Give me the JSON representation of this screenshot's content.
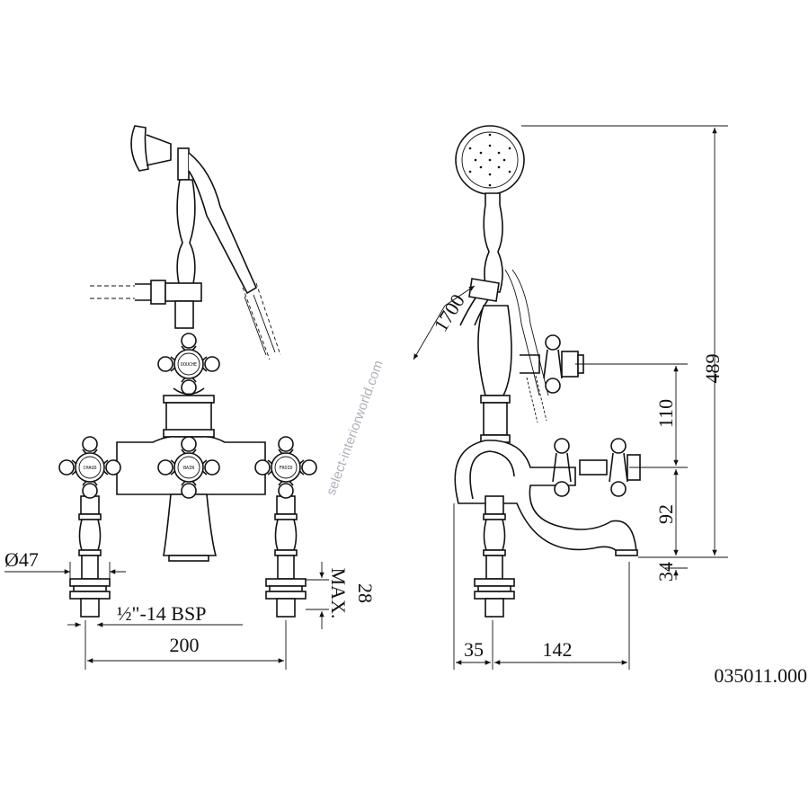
{
  "drawing": {
    "product_code": "035011.000",
    "watermark": "select-interiorworld.com",
    "knob_labels": {
      "douche": "DOUCHE",
      "chaud": "CHAUD",
      "bain": "BAIN",
      "froid": "FROID"
    },
    "front_view": {
      "diameter": "Ø47",
      "thread": "½\"-14 BSP",
      "width": "200",
      "max_label": "MAX.",
      "max_value": "28"
    },
    "side_view": {
      "hose_length": "1700",
      "total_height": "489",
      "upper_height": "110",
      "middle_height": "92",
      "spout_height": "34",
      "base_offset": "35",
      "spout_reach": "142"
    },
    "line_color": "#111111"
  }
}
